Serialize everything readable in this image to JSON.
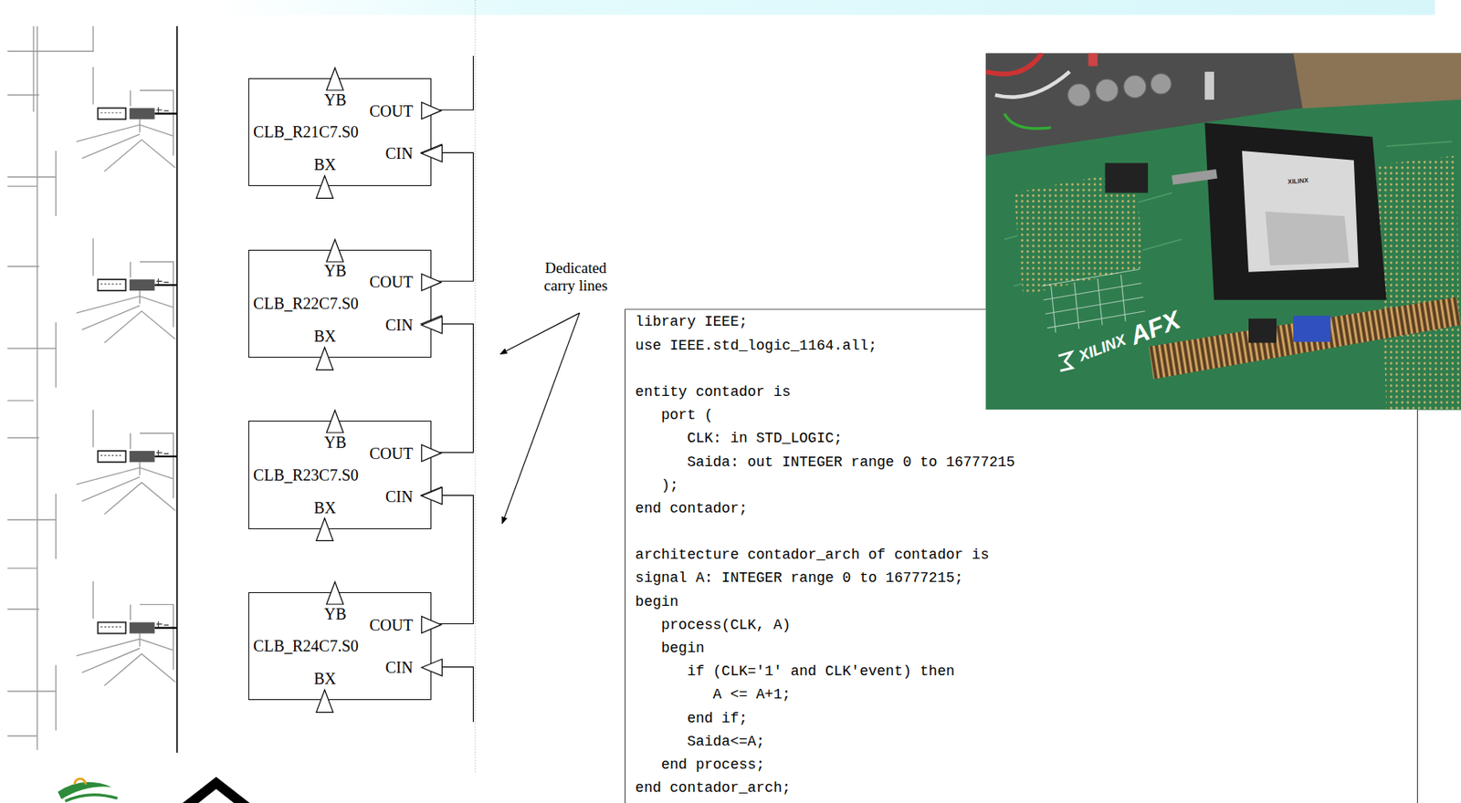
{
  "diagram": {
    "nodes": [
      {
        "text": [
          "CLB_R21C7.S0",
          "YB",
          "COUT",
          "CIN",
          "BX"
        ]
      },
      {
        "text": [
          "CLB_R22C7.S0",
          "YB",
          "COUT",
          "CIN",
          "BX"
        ]
      },
      {
        "text": [
          "CLB_R23C7.S0",
          "YB",
          "COUT",
          "CIN",
          "BX"
        ]
      },
      {
        "text": [
          "CLB_R24C7.S0",
          "YB",
          "COUT",
          "CIN",
          "BX"
        ]
      },
      {
        "text": [
          "library IEEE;",
          "use IEEE.std_logic_1164.all;",
          "entity contador is",
          "port (",
          "CLK: in STD_LOGIC;",
          "Saida: out INTEGER range 0 to 16777215",
          ");",
          "end contador;",
          "architecture contador_arch of contador is",
          "signal A: INTEGER range 0 to 16777215;",
          "begin",
          "process(CLK, A)",
          "begin",
          "if (CLK='1' and CLK'event) then",
          "A <= A+1;",
          "end if;",
          "Saida<=A;",
          "end process;",
          "end contador_arch;"
        ]
      }
    ],
    "edges": [
      {
        "from": 1,
        "to": 0,
        "arrow": "to"
      },
      {
        "from": 2,
        "to": 1,
        "arrow": "to"
      },
      {
        "from": 3,
        "to": 2,
        "arrow": "to"
      }
    ],
    "labels": [
      "Dedicated carry lines",
      "XILINX",
      "XILINX",
      "AFX"
    ]
  }
}
